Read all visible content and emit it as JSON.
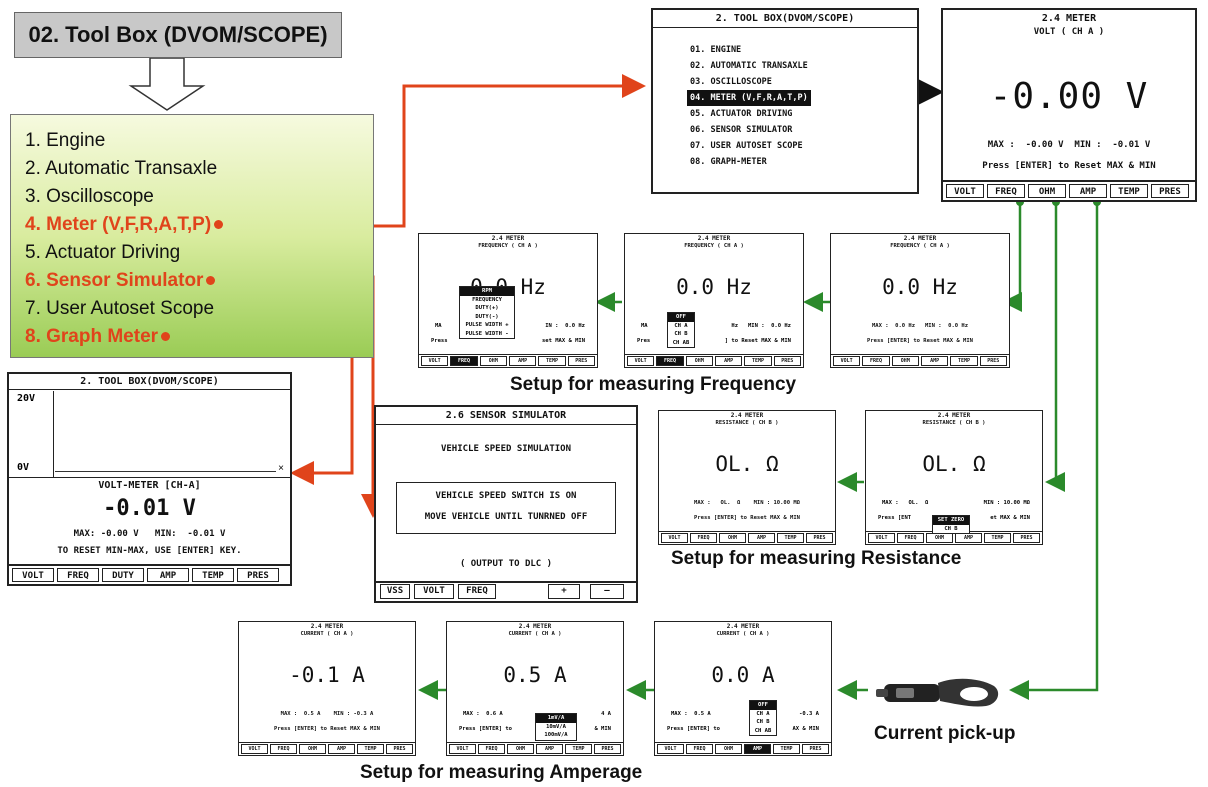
{
  "header": {
    "title": "02. Tool Box (DVOM/SCOPE)"
  },
  "menu_box": {
    "items": [
      {
        "label": "1. Engine",
        "highlight": false
      },
      {
        "label": "2. Automatic Transaxle",
        "highlight": false
      },
      {
        "label": "3. Oscilloscope",
        "highlight": false
      },
      {
        "label": "4. Meter (V,F,R,A,T,P)",
        "highlight": true
      },
      {
        "label": "5. Actuator Driving",
        "highlight": false
      },
      {
        "label": "6. Sensor Simulator",
        "highlight": true
      },
      {
        "label": "7. User Autoset Scope",
        "highlight": false
      },
      {
        "label": "8. Graph Meter",
        "highlight": true
      }
    ]
  },
  "toolbox_screen": {
    "title": "2. TOOL BOX(DVOM/SCOPE)",
    "items": [
      "01. ENGINE",
      "02. AUTOMATIC TRANSAXLE",
      "03. OSCILLOSCOPE",
      "04. METER (V,F,R,A,T,P)",
      "05. ACTUATOR DRIVING",
      "06. SENSOR SIMULATOR",
      "07. USER AUTOSET SCOPE",
      "08. GRAPH-METER"
    ],
    "selected_index": 3
  },
  "meter_volt": {
    "title": "2.4 METER",
    "subtitle": "VOLT ( CH A )",
    "value": "-0.00 V",
    "max_min": "MAX :  -0.00 V  MIN :  -0.01 V",
    "reset": "Press [ENTER] to Reset MAX & MIN",
    "keys": [
      "VOLT",
      "FREQ",
      "OHM",
      "AMP",
      "TEMP",
      "PRES"
    ]
  },
  "freq_screens": [
    {
      "title": "2.4 METER",
      "subtitle": "FREQUENCY ( CH A )",
      "value": "0.0 Hz",
      "max_min": "MAX :  0.0 Hz   MIN :  0.0 Hz",
      "reset": "Press [ENTER] to Reset MAX & MIN",
      "selected_key": -1
    },
    {
      "title": "2.4 METER",
      "subtitle": "FREQUENCY ( CH A )",
      "value": "0.0 Hz",
      "max_min_a": "MA",
      "max_min_b": "Hz   MIN :  0.0 Hz",
      "reset_a": "Pres",
      "reset_b": "] to Reset MAX & MIN",
      "selected_key": 1,
      "popup": [
        "OFF",
        "CH A",
        "CH B",
        "CH AB"
      ],
      "popup_sel": 0
    },
    {
      "title": "2.4 METER",
      "subtitle": "FREQUENCY ( CH A )",
      "value": "0.0 Hz",
      "max_min_a": "MA",
      "max_min_b": "IN :  0.0 Hz",
      "reset_a": "Press",
      "reset_b": "set MAX & MIN",
      "selected_key": 1,
      "popup": [
        "RPM",
        "FREQUENCY",
        "DUTY(+)",
        "DUTY(-)",
        "PULSE WIDTH +",
        "PULSE WIDTH -"
      ],
      "popup_sel": 0
    }
  ],
  "small_keys": [
    "VOLT",
    "FREQ",
    "OHM",
    "AMP",
    "TEMP",
    "PRES"
  ],
  "res_screens": [
    {
      "title": "2.4 METER",
      "subtitle": "RESISTANCE ( CH B )",
      "value": "OL.  Ω",
      "max_min_a": "MAX :   OL.  Ω",
      "max_min_b": "MIN : 10.00 MΩ",
      "reset_a": "Press [ENT",
      "reset_b": "et MAX & MIN",
      "popup": [
        "SET ZERO",
        "CH B"
      ],
      "popup_sel": 0
    },
    {
      "title": "2.4 METER",
      "subtitle": "RESISTANCE ( CH B )",
      "value": "OL.  Ω",
      "max_min": "MAX :   OL.  Ω    MIN : 10.00 MΩ",
      "reset": "Press [ENTER] to Reset MAX & MIN"
    }
  ],
  "graph_screen": {
    "title": "2. TOOL BOX(DVOM/SCOPE)",
    "y_top": "20V",
    "y_bottom": "0V",
    "mode": "VOLT-METER [CH-A]",
    "value": "-0.01 V",
    "max_min": "MAX: -0.00 V   MIN:  -0.01 V",
    "hint": "TO RESET MIN-MAX, USE [ENTER] KEY.",
    "keys": [
      "VOLT",
      "FREQ",
      "DUTY",
      "AMP",
      "TEMP",
      "PRES"
    ]
  },
  "sensor_screen": {
    "title": "2.6 SENSOR SIMULATOR",
    "heading": "VEHICLE SPEED SIMULATION",
    "line1": "VEHICLE SPEED SWITCH IS ON",
    "line2": "MOVE VEHICLE UNTIL TUNRNED OFF",
    "output": "( OUTPUT TO DLC )",
    "keys": [
      "VSS",
      "VOLT",
      "FREQ",
      "+",
      "—"
    ]
  },
  "amp_screens": [
    {
      "title": "2.4 METER",
      "subtitle": "CURRENT ( CH A )",
      "value": "0.0 A",
      "max_min_a": "MAX :  0.5 A",
      "max_min_b": "-0.3 A",
      "reset_a": "Press [ENTER] to",
      "reset_b": "AX & MIN",
      "popup": [
        "OFF",
        "CH A",
        "CH B",
        "CH AB"
      ],
      "popup_sel": 0
    },
    {
      "title": "2.4 METER",
      "subtitle": "CURRENT ( CH A )",
      "value": "0.5 A",
      "max_min_a": "MAX :  0.6 A",
      "max_min_b": "4 A",
      "reset_a": "Press [ENTER] to",
      "reset_b": "& MIN",
      "popup": [
        "1mV/A",
        "10mV/A",
        "100mV/A"
      ],
      "popup_sel": 0
    },
    {
      "title": "2.4 METER",
      "subtitle": "CURRENT ( CH A )",
      "value": "-0.1 A",
      "max_min": "MAX :  0.5 A    MIN : -0.3 A",
      "reset": "Press [ENTER] to Reset MAX & MIN"
    }
  ],
  "captions": {
    "frequency": "Setup for measuring Frequency",
    "resistance": "Setup for measuring Resistance",
    "amperage": "Setup for measuring Amperage",
    "pickup": "Current pick-up"
  },
  "colors": {
    "accent": "#e0441b",
    "green": "#2b8a2b",
    "menu_bg_top": "#f4f9d8",
    "menu_bg_bottom": "#9acc55",
    "header_bg": "#c8c8c8"
  }
}
